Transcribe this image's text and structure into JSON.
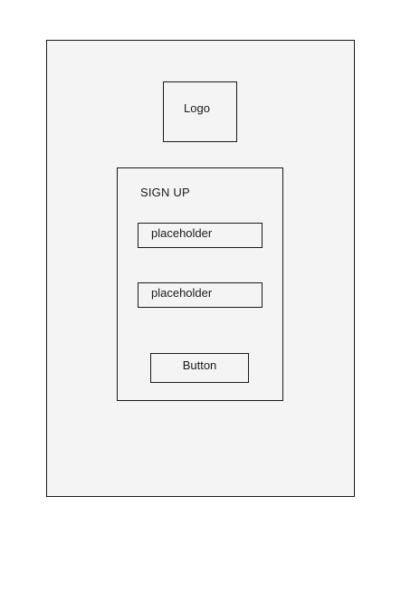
{
  "logo": {
    "label": "Logo"
  },
  "signup": {
    "title": "SIGN UP",
    "fields": [
      {
        "placeholder": "placeholder",
        "value": ""
      },
      {
        "placeholder": "placeholder",
        "value": ""
      }
    ],
    "button_label": "Button"
  }
}
